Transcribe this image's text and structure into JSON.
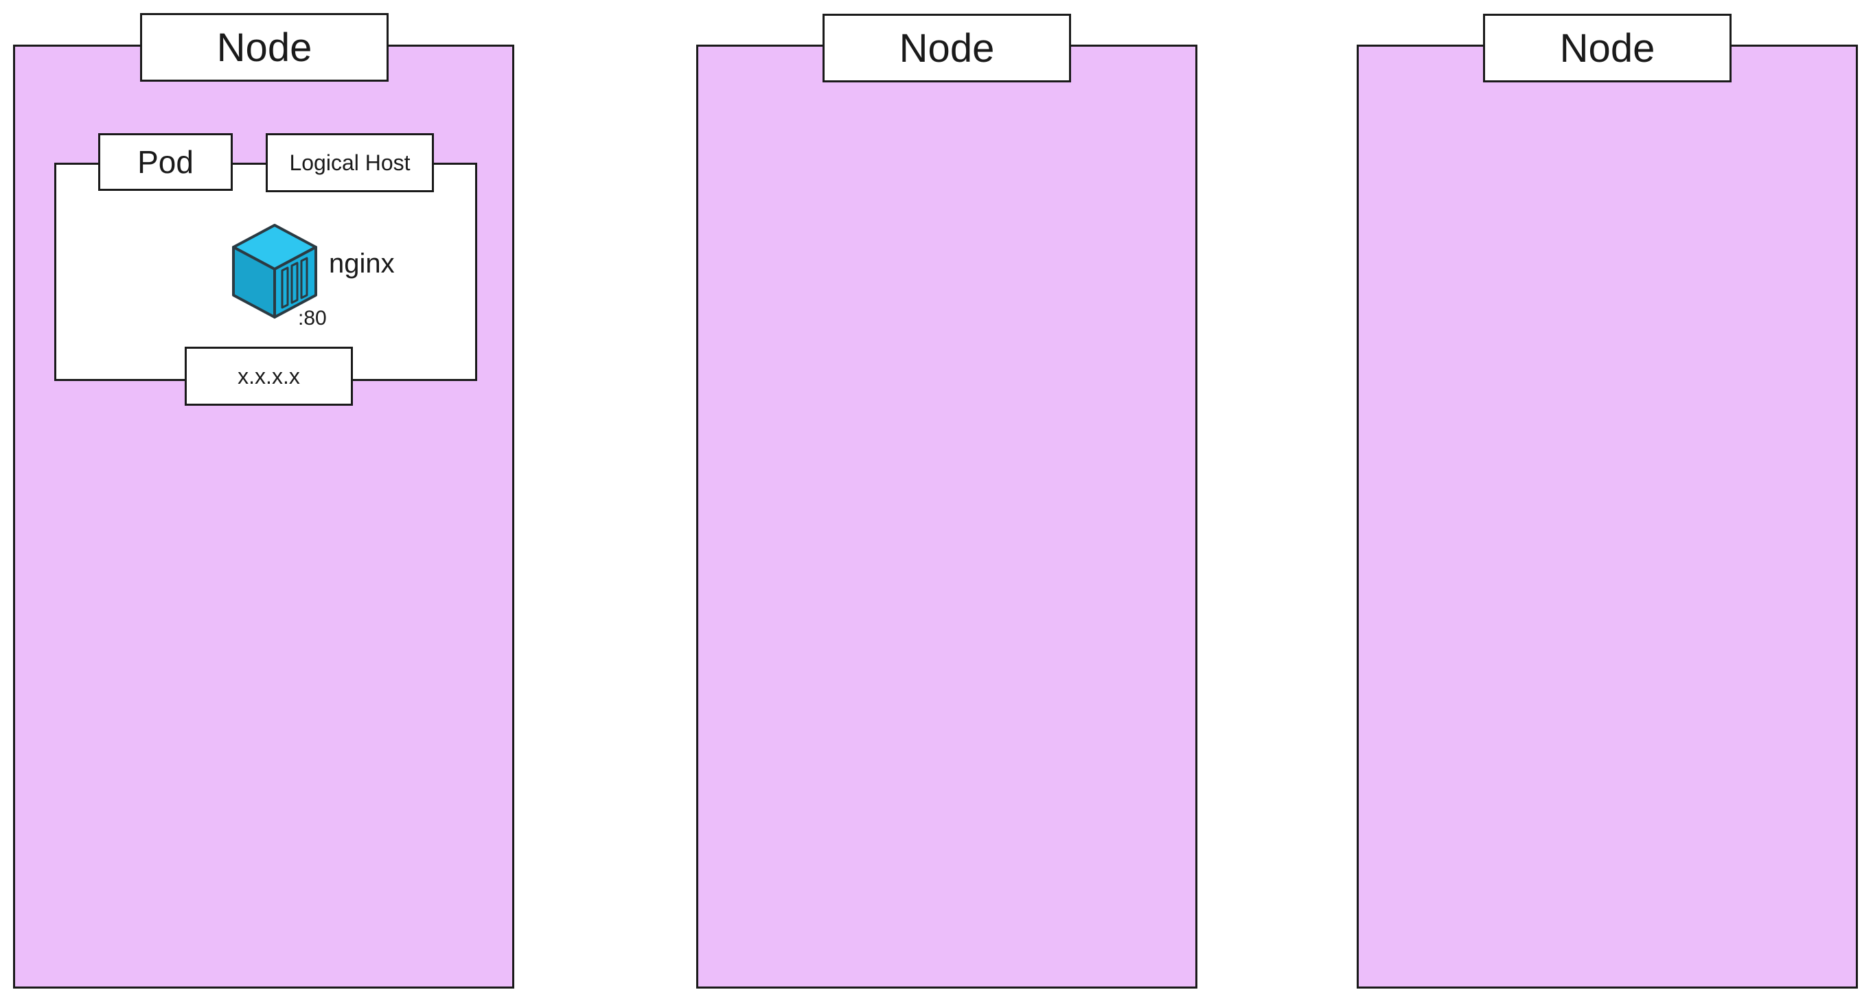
{
  "nodes": [
    {
      "label": "Node"
    },
    {
      "label": "Node"
    },
    {
      "label": "Node"
    }
  ],
  "pod": {
    "label": "Pod",
    "host_label": "Logical Host",
    "ip": "x.x.x.x",
    "container": {
      "name": "nginx",
      "port": ":80",
      "icon": "container-cube-icon"
    }
  },
  "colors": {
    "node_fill": "#ecbefa",
    "border": "#1a1a1a",
    "label_fill": "#ffffff",
    "container_top": "#2ec6f0",
    "container_left": "#1aa3cc",
    "container_right": "#1ab0dd"
  }
}
